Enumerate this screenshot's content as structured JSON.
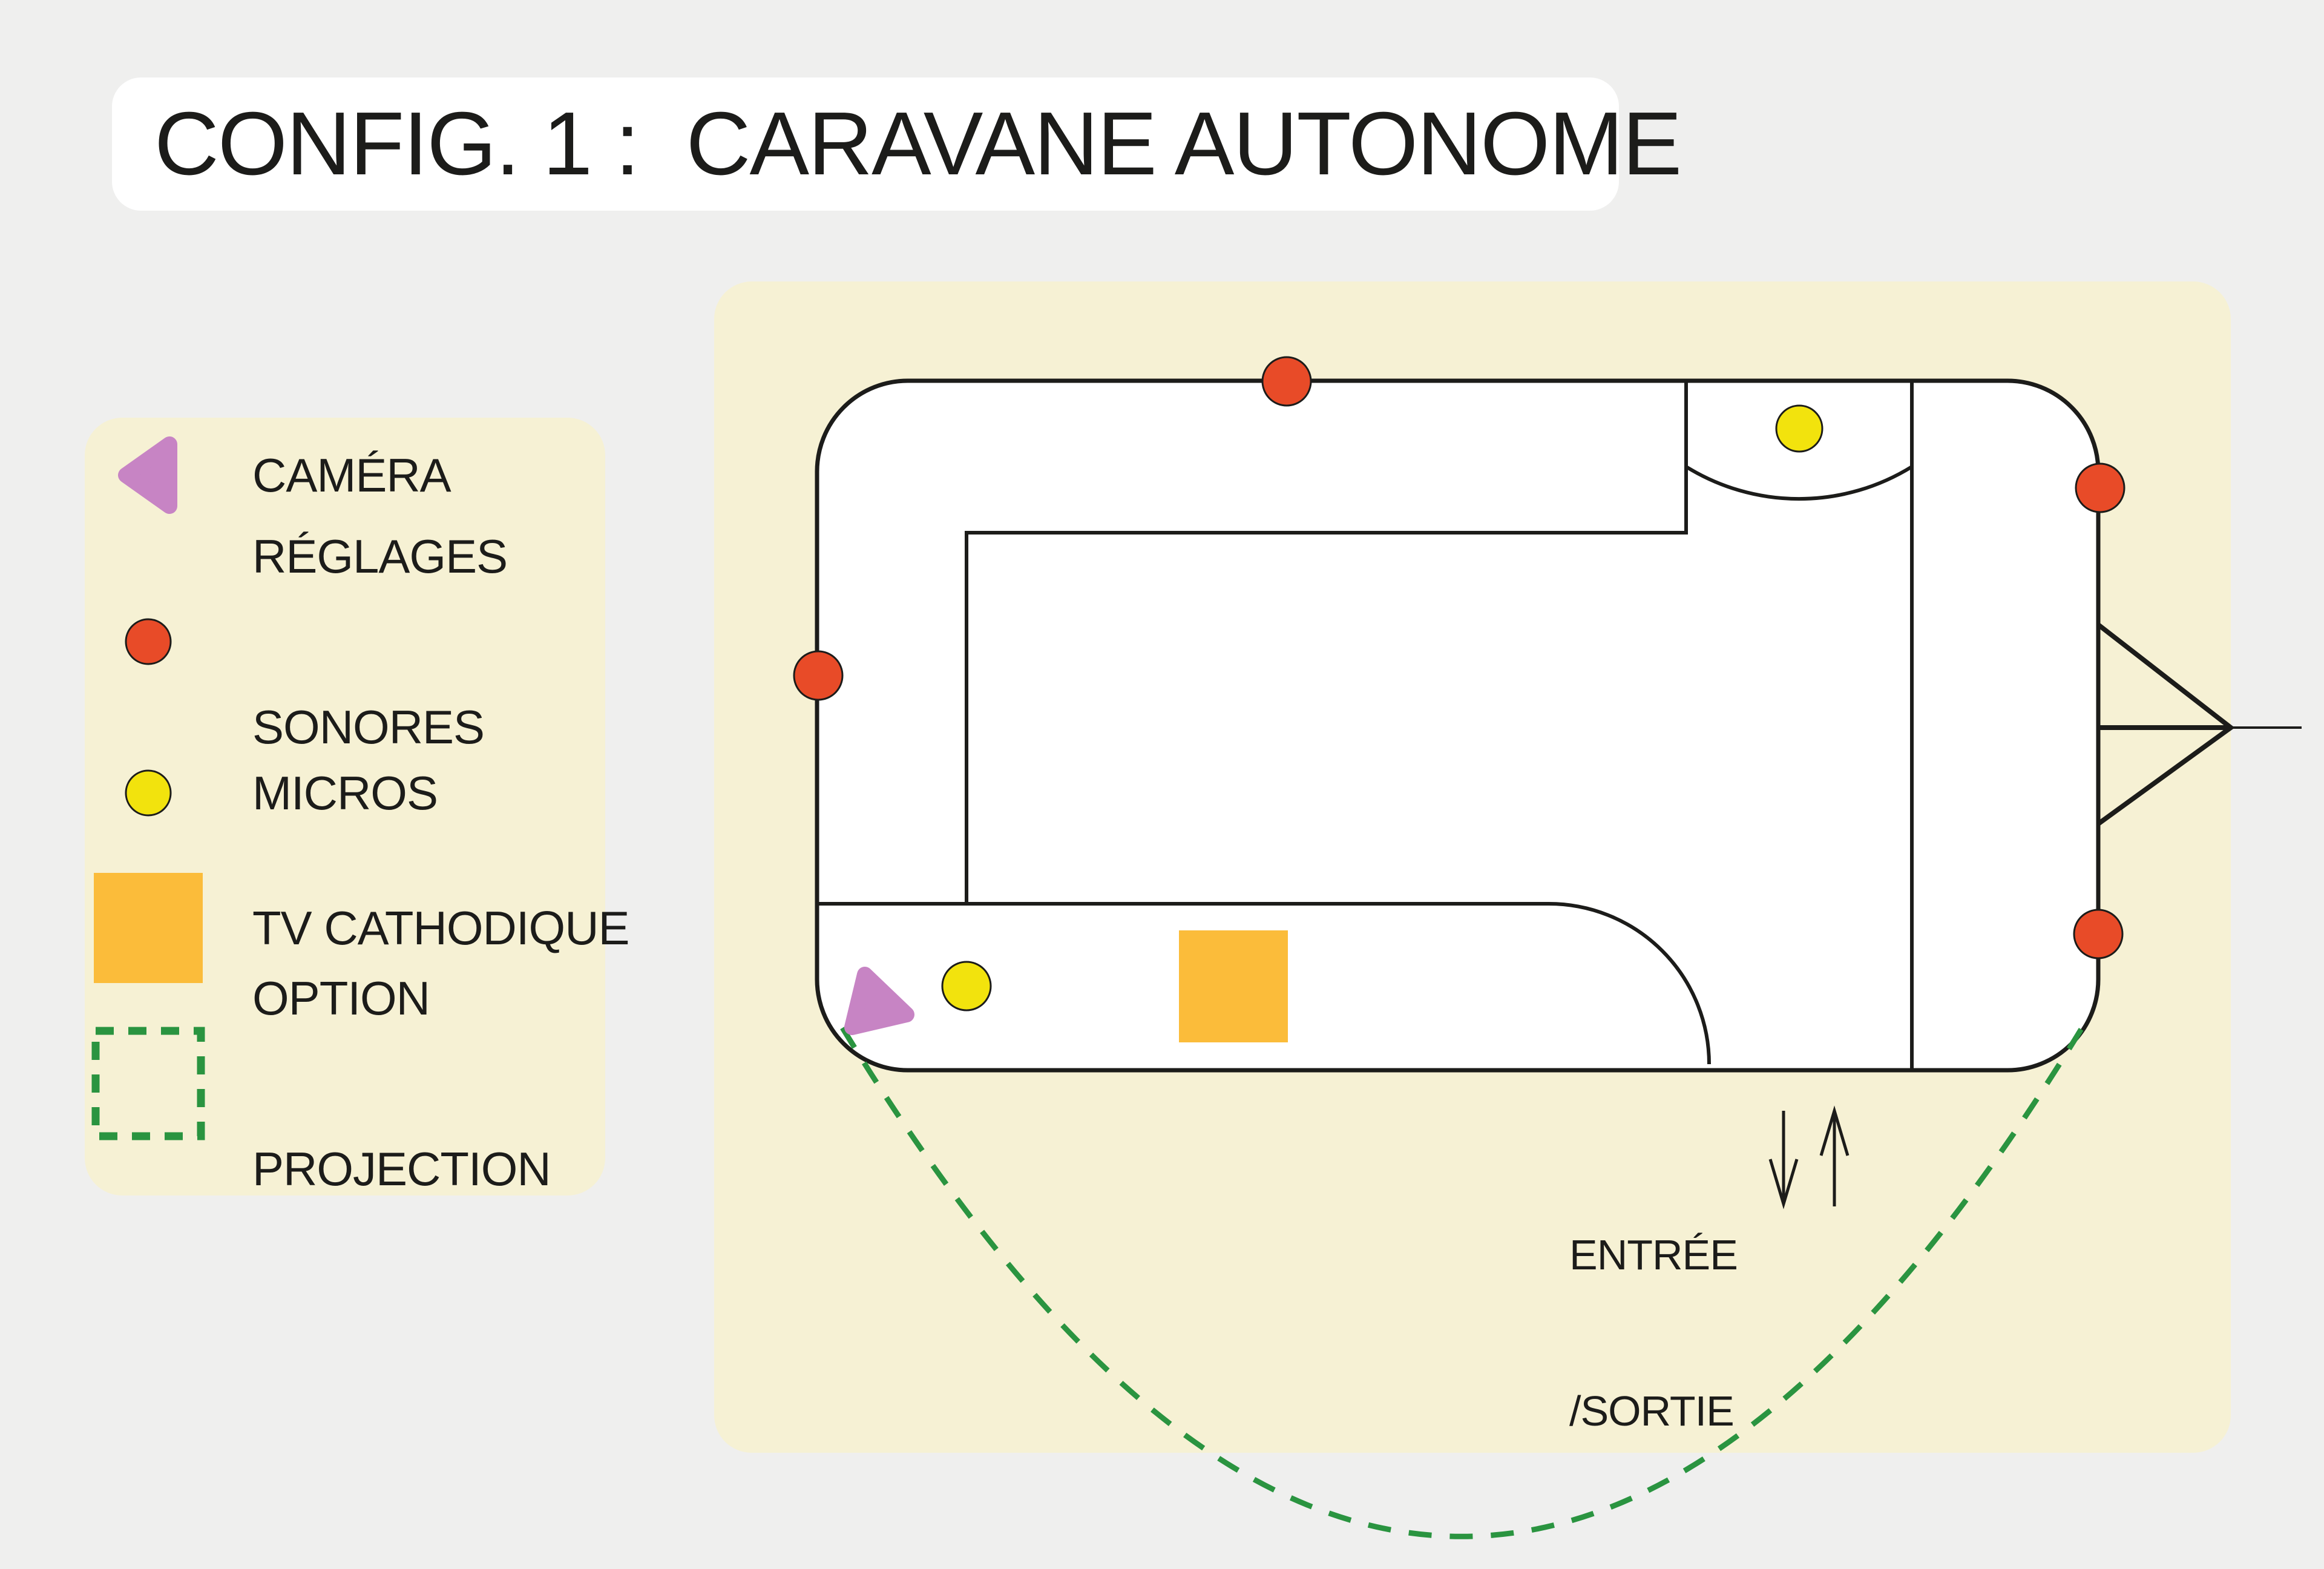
{
  "title": {
    "text": "CONFIG. 1 :  CARAVANE AUTONOME"
  },
  "colors": {
    "background": "#EFEFEE",
    "panel_cream": "#F6F1D4",
    "white": "#FFFFFF",
    "line_black": "#1C1C1A",
    "camera_purple": "#C784C4",
    "sound_red": "#E84B28",
    "mic_yellow": "#F2E30D",
    "tv_orange": "#FBBC3A",
    "projection_green": "#2A9440"
  },
  "legend": {
    "items": [
      {
        "id": "camera",
        "icon": "camera-triangle-icon",
        "lines": [
          "CAMÉRA"
        ]
      },
      {
        "id": "reglages-sonores",
        "icon": "sound-settings-dot-icon",
        "lines": [
          "RÉGLAGES",
          "SONORES"
        ]
      },
      {
        "id": "micros",
        "icon": "micro-dot-icon",
        "lines": [
          "MICROS"
        ]
      },
      {
        "id": "tv-cathodique",
        "icon": "tv-square-icon",
        "lines": [
          "TV CATHODIQUE"
        ]
      },
      {
        "id": "option-projection",
        "icon": "projection-dashed-square-icon",
        "lines": [
          "OPTION",
          "PROJECTION"
        ]
      }
    ]
  },
  "plan": {
    "entry_exit": {
      "lines": [
        "ENTRÉE",
        "/SORTIE"
      ]
    }
  }
}
